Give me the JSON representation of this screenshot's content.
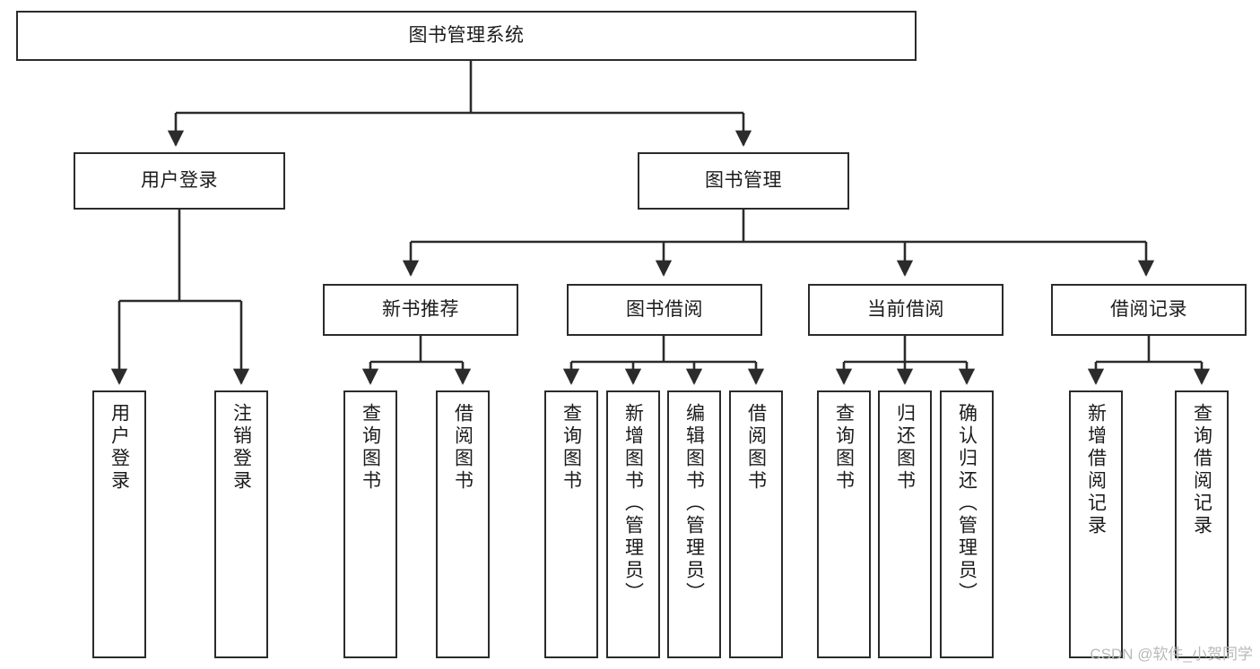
{
  "diagram": {
    "type": "tree-flowchart",
    "title": "图书管理系统",
    "watermark": "CSDN @软件_小贺同学",
    "colors": {
      "stroke": "#2b2b2b",
      "fill": "#ffffff",
      "text": "#1b1b1b",
      "watermark": "#b9b9b9"
    },
    "root": {
      "label": "图书管理系统"
    },
    "level1": [
      {
        "label": "用户登录"
      },
      {
        "label": "图书管理"
      }
    ],
    "level2": [
      {
        "label": "新书推荐"
      },
      {
        "label": "图书借阅"
      },
      {
        "label": "当前借阅"
      },
      {
        "label": "借阅记录"
      }
    ],
    "leaves": {
      "user_login": [
        {
          "label": "用户登录"
        },
        {
          "label": "注销登录"
        }
      ],
      "new_book": [
        {
          "label": "查询图书"
        },
        {
          "label": "借阅图书"
        }
      ],
      "book_borrow": [
        {
          "label": "查询图书"
        },
        {
          "label": "新增图书（管理员）"
        },
        {
          "label": "编辑图书（管理员）"
        },
        {
          "label": "借阅图书"
        }
      ],
      "current_borrow": [
        {
          "label": "查询图书"
        },
        {
          "label": "归还图书"
        },
        {
          "label": "确认归还（管理员）"
        }
      ],
      "borrow_record": [
        {
          "label": "新增借阅记录"
        },
        {
          "label": "查询借阅记录"
        }
      ]
    }
  }
}
